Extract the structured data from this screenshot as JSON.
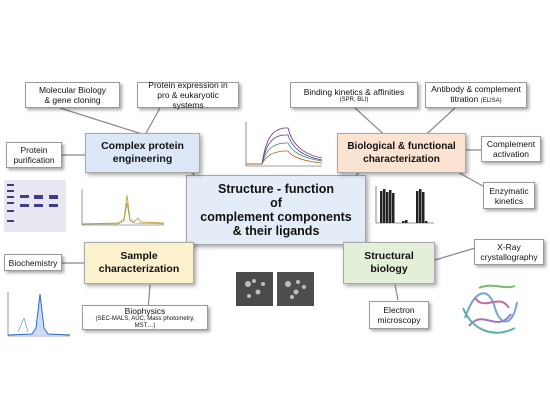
{
  "center": {
    "lines": [
      "Structure - function",
      "of",
      "complement components",
      "& their ligands"
    ],
    "color": "#e4ecf8"
  },
  "hubs": {
    "engineering": {
      "lines": [
        "Complex protein",
        "engineering"
      ],
      "color": "#dbe7f6"
    },
    "biological": {
      "lines": [
        "Biological & functional",
        "characterization"
      ],
      "color": "#fbe3d2"
    },
    "sample": {
      "lines": [
        "Sample",
        "characterization"
      ],
      "color": "#fbf1cd"
    },
    "structural": {
      "lines": [
        "Structural",
        "biology"
      ],
      "color": "#e3efd8"
    }
  },
  "leaves": {
    "molecular_biology": [
      "Molecular Biology",
      "& gene cloning"
    ],
    "protein_expression": [
      "Protein expression in",
      "pro & eukaryotic systems"
    ],
    "protein_purification": [
      "Protein",
      "purification"
    ],
    "binding_kinetics": {
      "title": "Binding kinetics & affinities",
      "sub": "(SPR, BLI)"
    },
    "antibody_titration": {
      "title": "Antibody & complement",
      "title2": "titration",
      "sub": "(ELISA)"
    },
    "complement_activation": [
      "Complement",
      "activation"
    ],
    "enzymatic_kinetics": [
      "Enzymatic",
      "kinetics"
    ],
    "biochemistry": "Biochemistry",
    "biophysics": {
      "title": "Biophysics",
      "sub": "(SEC-MALS, AUC, Mass photometry, MST…)"
    },
    "xray": [
      "X-Ray",
      "crystallography"
    ],
    "electron_microscopy": [
      "Electron",
      "microscopy"
    ]
  },
  "images": {
    "gel": "sds-page-gel",
    "chromatogram": "sec-chromatogram",
    "spr_sensorgram": "spr-sensorgram",
    "bar_chart": "activity-bar-chart",
    "sec_mals": "sec-mals-trace",
    "em_micrographs": "negative-stain-em-micrographs",
    "crystal_structure": "protein-crystal-structure"
  }
}
